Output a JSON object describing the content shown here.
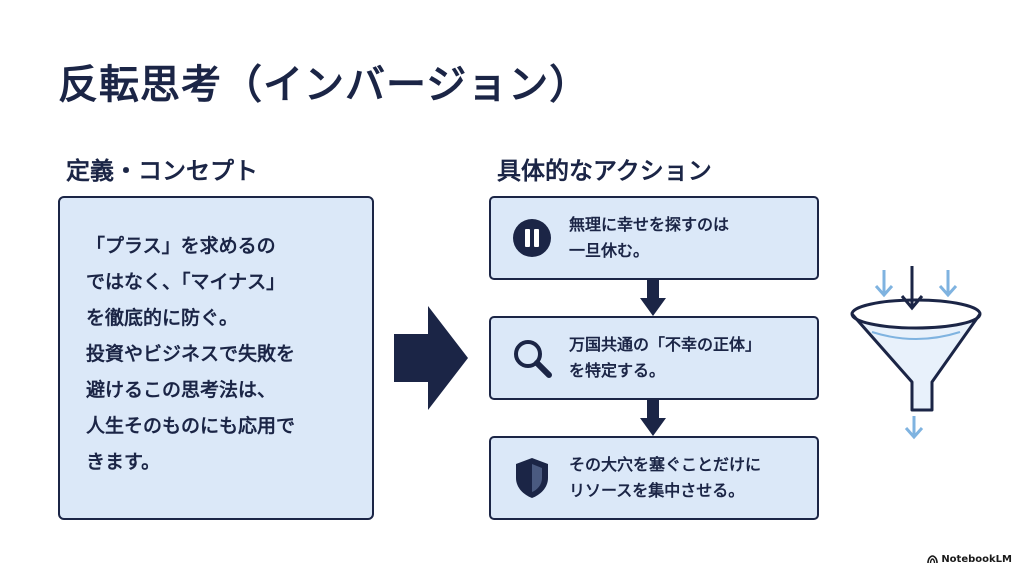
{
  "title": "反転思考（インバージョン）",
  "left_section": {
    "heading": "定義・コンセプト",
    "body": "「プラス」を求めるの\nではなく、「マイナス」\nを徹底的に防ぐ。\n投資やビジネスで失敗を\n避けるこの思考法は、\n人生そのものにも応用で\nきます。"
  },
  "right_section": {
    "heading": "具体的なアクション",
    "actions": [
      {
        "icon": "pause-icon",
        "text": "無理に幸せを探すのは\n一旦休む。"
      },
      {
        "icon": "magnifier-icon",
        "text": "万国共通の「不幸の正体」\nを特定する。"
      },
      {
        "icon": "shield-icon",
        "text": "その大穴を塞ぐことだけに\nリソースを集中させる。"
      }
    ]
  },
  "brand": "NotebookLM",
  "colors": {
    "navy": "#1b2546",
    "box_fill": "#dbe8f8",
    "light_blue": "#7fb3e0"
  }
}
